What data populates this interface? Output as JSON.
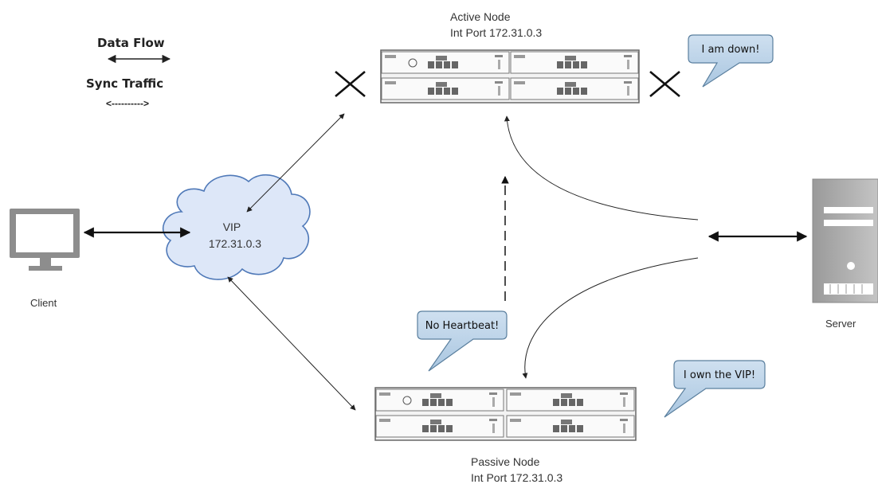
{
  "legend": {
    "data_flow_label": "Data Flow",
    "sync_traffic_label": "Sync Traffic",
    "sync_traffic_sample": "<---------->"
  },
  "active_node": {
    "title": "Active Node",
    "port": "Int Port 172.31.0.3"
  },
  "passive_node": {
    "title": "Passive Node",
    "port": "Int Port 172.31.0.3"
  },
  "vip": {
    "title": "VIP",
    "address": "172.31.0.3"
  },
  "client": {
    "label": "Client"
  },
  "server": {
    "label": "Server"
  },
  "callouts": {
    "active_down": "I am down!",
    "no_heartbeat": "No Heartbeat!",
    "own_vip": "I own the VIP!"
  },
  "colors": {
    "callout_fill": "#b9d3ea",
    "callout_stroke": "#5a7f9e",
    "cloud_fill": "#dde7f8",
    "cloud_stroke": "#4f79b8",
    "device_gray": "#8a8a8a",
    "line": "#222222"
  },
  "icons": {
    "failure_marks": [
      "x-mark-icon",
      "x-mark-icon"
    ],
    "client": "monitor-icon",
    "server": "server-tower-icon",
    "nodes": "chassis-switch-icon"
  }
}
